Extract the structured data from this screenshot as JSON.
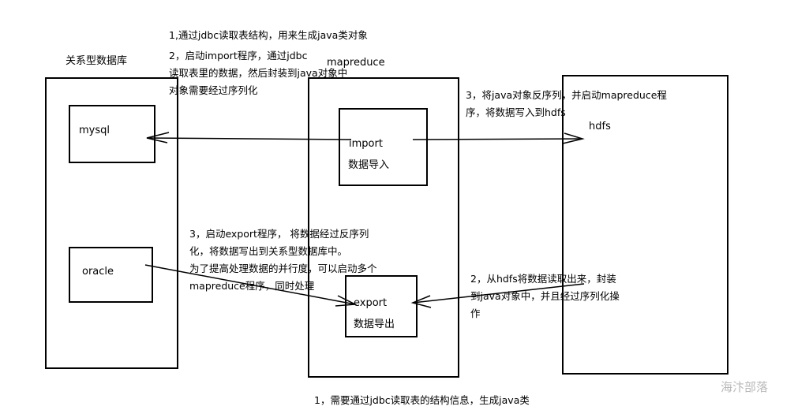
{
  "labels": {
    "rdb_title": "关系型数据库",
    "mapreduce_title": "mapreduce",
    "hdfs": "hdfs",
    "mysql": "mysql",
    "oracle": "oracle",
    "import_line1": "import",
    "import_line2": "数据导入",
    "export_line1": "export",
    "export_line2": "数据导出"
  },
  "notes": {
    "import_1": "1,通过jdbc读取表结构，用来生成java类对象",
    "import_2": [
      "2，启动import程序，通过jdbc",
      "读取表里的数据，然后封装到java对象中",
      "对象需要经过序列化"
    ],
    "import_3": [
      "3，将java对象反序列，并启动mapreduce程",
      "序，将数据写入到hdfs"
    ],
    "export_3": [
      "3，启动export程序， 将数据经过反序列",
      "化，将数据写出到关系型数据库中。",
      "为了提高处理数据的并行度，可以启动多个",
      "mapreduce程序，同时处理"
    ],
    "export_2": [
      "2，从hdfs将数据读取出来，封装",
      "到java对象中，并且经过序列化操",
      "作"
    ],
    "export_1": "1，需要通过jdbc读取表的结构信息，生成java类"
  },
  "watermark": "海汴部落"
}
